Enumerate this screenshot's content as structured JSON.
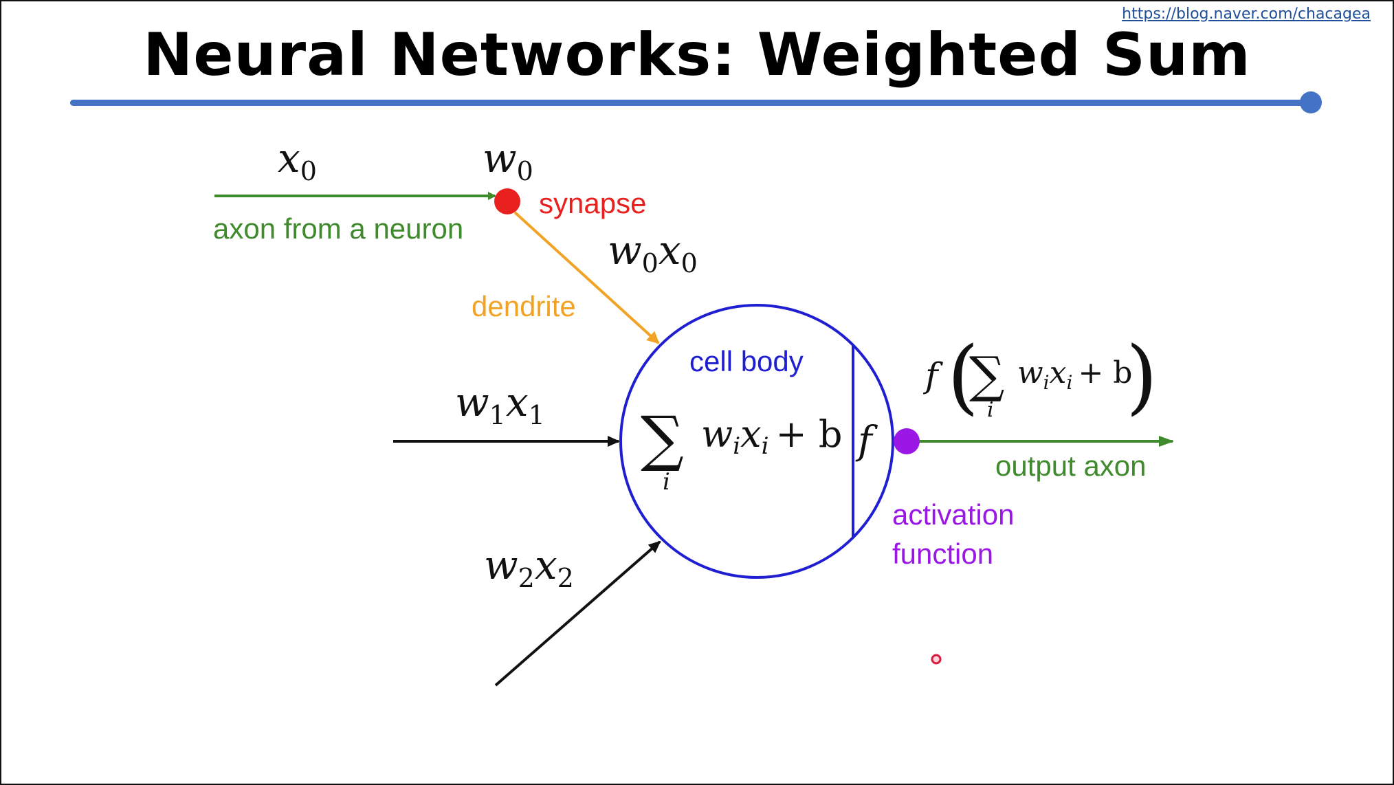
{
  "slide": {
    "title": "Neural Networks: Weighted Sum",
    "source_link": "https://blog.naver.com/chacagea"
  },
  "colors": {
    "title_rule": "#4472c4",
    "axon": "#3f8a2c",
    "synapse": "#e8211f",
    "dendrite": "#f2a325",
    "cell_body": "#1f1fd1",
    "activation": "#9b17e6",
    "input_arrow": "#111111",
    "cursor_marker": "#d81b3c"
  },
  "diagram": {
    "input0": {
      "x_label": "x",
      "x_sub": "0",
      "w_label": "w",
      "w_sub": "0",
      "axon_label": "axon from a neuron",
      "synapse_label": "synapse",
      "product_w": "w",
      "product_w_sub": "0",
      "product_x": "x",
      "product_x_sub": "0",
      "dendrite_label": "dendrite"
    },
    "input1": {
      "w": "w",
      "w_sub": "1",
      "x": "x",
      "x_sub": "1"
    },
    "input2": {
      "w": "w",
      "w_sub": "2",
      "x": "x",
      "x_sub": "2"
    },
    "cell": {
      "label": "cell body",
      "sum_symbol": "∑",
      "sum_index": "i",
      "w": "w",
      "w_sub": "i",
      "x": "x",
      "x_sub": "i",
      "plus_b": "+ b",
      "f_symbol": "f"
    },
    "output": {
      "label": "output axon",
      "f": "f",
      "lparen": "(",
      "sum_symbol": "∑",
      "sum_index": "i",
      "w": "w",
      "w_sub": "i",
      "x": "x",
      "x_sub": "i",
      "plus_b": "+ b",
      "rparen": ")"
    },
    "activation": {
      "line1": "activation",
      "line2": "function"
    }
  }
}
